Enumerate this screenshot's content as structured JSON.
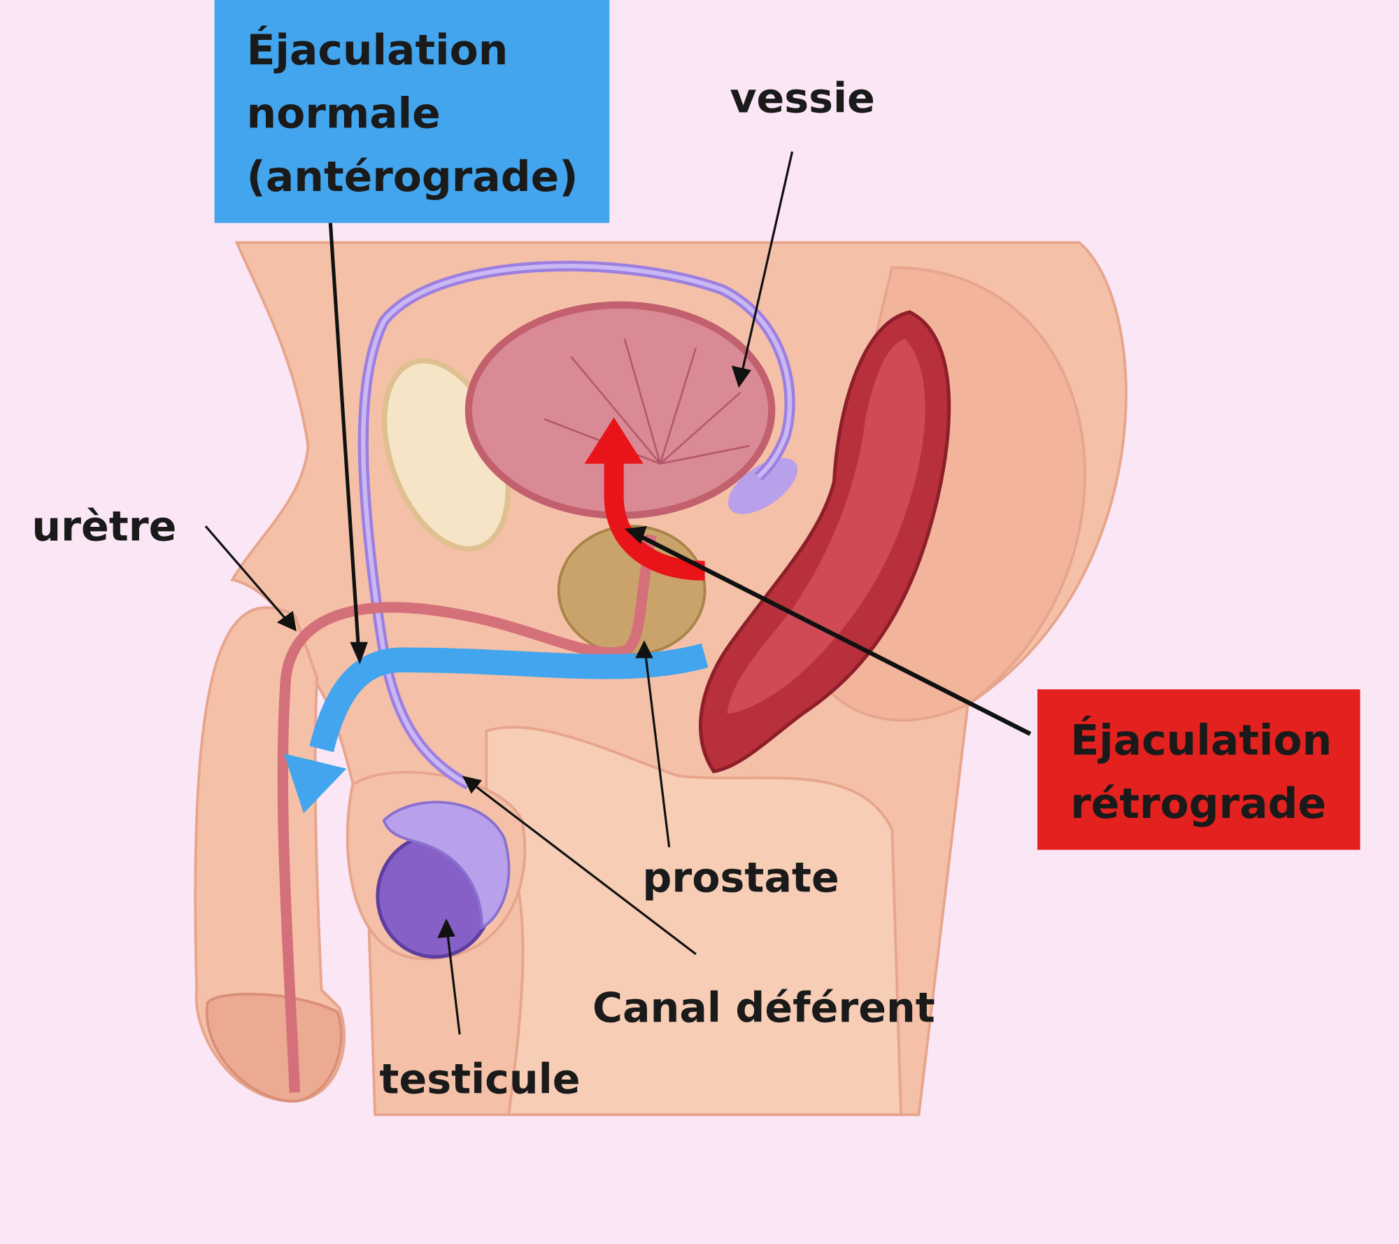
{
  "colors": {
    "background": "#fbe6f5",
    "normal_box": "#42a5ee",
    "retrograde_box": "#e3211f",
    "normal_arrow": "#42a5ee",
    "retrograde_arrow": "#e8141a",
    "skin": "#f5c0a8",
    "bladder": "#d98a95",
    "prostate": "#c9a36a",
    "rectum": "#b8303c",
    "testicle": "#8660c6",
    "vas_deferens": "#b9a0ea"
  },
  "labels": {
    "normal": [
      "Éjaculation",
      "normale",
      "(antérograde)"
    ],
    "retrograde": [
      "Éjaculation",
      "rétrograde"
    ],
    "vessie": "vessie",
    "uretre": "urètre",
    "prostate": "prostate",
    "canal": "Canal déférent",
    "testicule": "testicule"
  }
}
